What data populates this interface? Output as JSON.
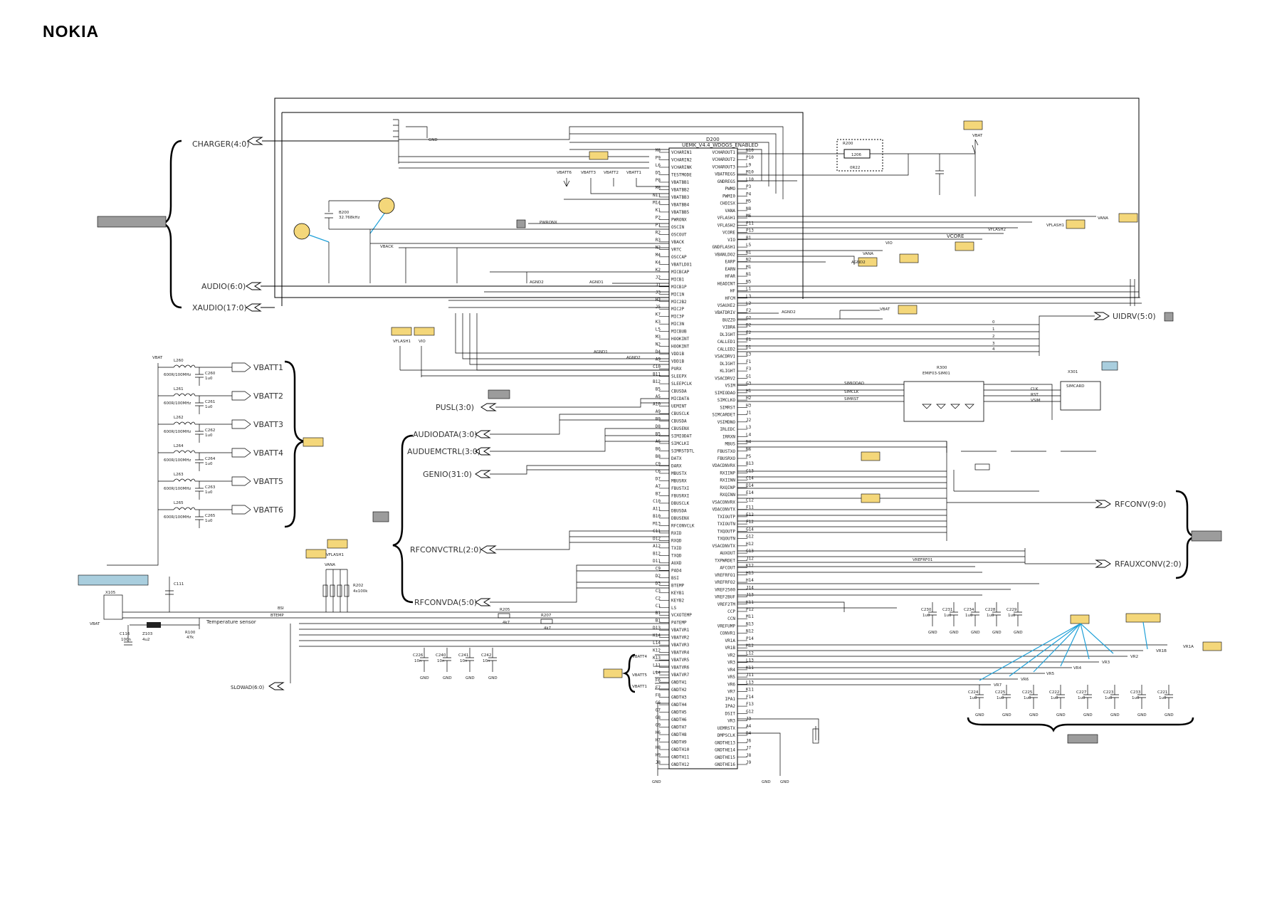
{
  "header": {
    "logo": "NOKIA"
  },
  "chip": {
    "ref": "D200",
    "name": "UEMK_V4.4_WDOGS_ENABLED",
    "left_pins": [
      [
        "M8",
        "VCHARIN1"
      ],
      [
        "P9",
        "VCHARIN2"
      ],
      [
        "L6",
        "VCHARINK"
      ],
      [
        "D5",
        "TESTMODE"
      ],
      [
        "P8",
        "VBATBB1"
      ],
      [
        "M8",
        "VBATBB2"
      ],
      [
        "N11",
        "VBATBB3"
      ],
      [
        "M14",
        "VBATBB4"
      ],
      [
        "K1",
        "VBATBB5"
      ],
      [
        "P2",
        "PWRONX"
      ],
      [
        "P1",
        "OSCIN"
      ],
      [
        "R2",
        "OSCOUT"
      ],
      [
        "R3",
        "VBACK"
      ],
      [
        "N2",
        "VRTC"
      ],
      [
        "M4",
        "OSCCAP"
      ],
      [
        "K4",
        "VBATLDO1"
      ],
      [
        "K2",
        "MICBCAP"
      ],
      [
        "J2",
        "MICB1"
      ],
      [
        "J1",
        "MICB1P"
      ],
      [
        "J3",
        "MIC1N"
      ],
      [
        "H3",
        "MIC2B2"
      ],
      [
        "J5",
        "MIC2P"
      ],
      [
        "K7",
        "MIC3P"
      ],
      [
        "K3",
        "MIC3N"
      ],
      [
        "L5",
        "MICBUB"
      ],
      [
        "M3",
        "HOOKINT"
      ],
      [
        "N2",
        "HOOKINT"
      ],
      [
        "D4",
        "VDD1B"
      ],
      [
        "A9",
        "VDD1B"
      ],
      [
        "C10",
        "PURX"
      ],
      [
        "B11",
        "SLEEPX"
      ],
      [
        "B12",
        "SLEEPCLK"
      ],
      [
        "B5",
        "CBUSDA"
      ],
      [
        "A5",
        "MICDATA"
      ],
      [
        "A10",
        "UEMINT"
      ],
      [
        "A9",
        "CBUSCLK"
      ],
      [
        "B9",
        "CBUSDA"
      ],
      [
        "D8",
        "CBUSENX"
      ],
      [
        "B5",
        "SIMIODAT"
      ],
      [
        "A6",
        "SIMCLKI"
      ],
      [
        "B6",
        "SIMRSTDTL"
      ],
      [
        "B8",
        "DATX"
      ],
      [
        "C9",
        "DARX"
      ],
      [
        "C6",
        "MBUSTX"
      ],
      [
        "D7",
        "MBUSRX"
      ],
      [
        "A7",
        "FBUSTXI"
      ],
      [
        "B7",
        "FBUSRXI"
      ],
      [
        "C10",
        "DBUSCLK"
      ],
      [
        "A11",
        "DBUSDA"
      ],
      [
        "B10",
        "DBUSENX"
      ],
      [
        "M13",
        "RFCONVCLK"
      ],
      [
        "C11",
        "RXID"
      ],
      [
        "D12",
        "RXQD"
      ],
      [
        "A12",
        "TXID"
      ],
      [
        "B12",
        "TXQD"
      ],
      [
        "D11",
        "AUXD"
      ],
      [
        "C9",
        "PAD4"
      ],
      [
        "D2",
        "BSI"
      ],
      [
        "D3",
        "BTEMP"
      ],
      [
        "C3",
        "KEYB1"
      ],
      [
        "C2",
        "KEYB2"
      ],
      [
        "C1",
        "LS"
      ],
      [
        "B1",
        "VCXOTEMP"
      ],
      [
        "B1",
        "PATEMP"
      ],
      [
        "D13",
        "VBATVR1"
      ],
      [
        "K14",
        "VBATVR2"
      ],
      [
        "L14",
        "VBATVR3"
      ],
      [
        "K12",
        "VBATVR4"
      ],
      [
        "K13",
        "VBATVR5"
      ],
      [
        "L11",
        "VBATVR6"
      ],
      [
        "L14",
        "VBATVR7"
      ],
      [
        "F6",
        "GNDTH1"
      ],
      [
        "F7",
        "GNDTH2"
      ],
      [
        "F8",
        "GNDTH3"
      ],
      [
        "G6",
        "GNDTH4"
      ],
      [
        "G7",
        "GNDTH5"
      ],
      [
        "G8",
        "GNDTH6"
      ],
      [
        "G9",
        "GNDTH7"
      ],
      [
        "H6",
        "GNDTH8"
      ],
      [
        "H7",
        "GNDTH9"
      ],
      [
        "H8",
        "GNDTH10"
      ],
      [
        "H9",
        "GNDTH11"
      ],
      [
        "J8",
        "GNDTH12"
      ]
    ],
    "right_pins": [
      [
        "N10",
        "VCHAROUT1"
      ],
      [
        "P10",
        "VCHAROUT2"
      ],
      [
        "L9",
        "VCHAROUT3"
      ],
      [
        "M10",
        "VBATREGS"
      ],
      [
        "L10",
        "GNDREGS"
      ],
      [
        "P3",
        "PWMO"
      ],
      [
        "P4",
        "PWMI0"
      ],
      [
        "M5",
        "CHDISX"
      ],
      [
        "N8",
        "VANA"
      ],
      [
        "M6",
        "VFLASH1"
      ],
      [
        "P11",
        "VFLASH2"
      ],
      [
        "P13",
        "VCORE"
      ],
      [
        "B1",
        "VIO"
      ],
      [
        "L5",
        "GNDFLASH1"
      ],
      [
        "N1",
        "VBANLDO2"
      ],
      [
        "N2",
        "EARP"
      ],
      [
        "M1",
        "EARN"
      ],
      [
        "N1",
        "HFAR"
      ],
      [
        "N5",
        "HEADINT"
      ],
      [
        "L1",
        "HF"
      ],
      [
        "L3",
        "HFCM"
      ],
      [
        "L2",
        "VSAUXE2"
      ],
      [
        "F2",
        "VBATDRIV"
      ],
      [
        "G2",
        "BUZZO"
      ],
      [
        "D2",
        "VIBRA"
      ],
      [
        "E2",
        "DLIGHT"
      ],
      [
        "E1",
        "CALLED1"
      ],
      [
        "D1",
        "CALLED2"
      ],
      [
        "E3",
        "VSACDRV1"
      ],
      [
        "F1",
        "DLIGHT"
      ],
      [
        "F3",
        "KLIGHT"
      ],
      [
        "G1",
        "VSACDRV2"
      ],
      [
        "G3",
        "VSIM"
      ],
      [
        "H1",
        "SIMIODAO"
      ],
      [
        "H2",
        "SIMCLKO"
      ],
      [
        "H3",
        "SIMRST"
      ],
      [
        "J1",
        "SIMCARDET"
      ],
      [
        "J2",
        "VSIMDNO"
      ],
      [
        "L3",
        "IRLEDC"
      ],
      [
        "L4",
        "IRRXN"
      ],
      [
        "N4",
        "MBUS"
      ],
      [
        "N6",
        "FBUSTXO"
      ],
      [
        "P5",
        "FBUSRXO"
      ],
      [
        "B13",
        "VDACDNVRX"
      ],
      [
        "C13",
        "RXIINP"
      ],
      [
        "C14",
        "RXIINN"
      ],
      [
        "D14",
        "RXQINP"
      ],
      [
        "E14",
        "RXQINN"
      ],
      [
        "C12",
        "VSACONVRX"
      ],
      [
        "F11",
        "VDACONVTX"
      ],
      [
        "E12",
        "TXIOUTP"
      ],
      [
        "F12",
        "TXIOUTN"
      ],
      [
        "G14",
        "TXQOUTP"
      ],
      [
        "G12",
        "TXQOUTN"
      ],
      [
        "H12",
        "VSACDNVTX"
      ],
      [
        "G13",
        "AUXOUT"
      ],
      [
        "J12",
        "TXPWRDET"
      ],
      [
        "K12",
        "AFCOUT"
      ],
      [
        "H13",
        "VREFRFO1"
      ],
      [
        "H14",
        "VREFRFO2"
      ],
      [
        "J14",
        "VREF2500"
      ],
      [
        "J13",
        "VREF2BUF"
      ],
      [
        "K11",
        "VREF2TM"
      ],
      [
        "P12",
        "CCP"
      ],
      [
        "M11",
        "CCN"
      ],
      [
        "N13",
        "VREFUMP"
      ],
      [
        "N12",
        "CONVR1"
      ],
      [
        "P14",
        "VR1A"
      ],
      [
        "M12",
        "VR1B"
      ],
      [
        "L12",
        "VR2"
      ],
      [
        "L13",
        "VR3"
      ],
      [
        "K11",
        "VR4"
      ],
      [
        "J11",
        "VR5"
      ],
      [
        "L13",
        "VR6"
      ],
      [
        "K11",
        "VR7"
      ],
      [
        "F14",
        "IPA1"
      ],
      [
        "F13",
        "IPA2"
      ],
      [
        "G12",
        "DSIT"
      ],
      [
        "J3",
        "VR3"
      ],
      [
        "A4",
        "UEMRSTX"
      ],
      [
        "B4",
        "DMPSCLK"
      ],
      [
        "J6",
        "GNDTHE13"
      ],
      [
        "J7",
        "GNDTHE14"
      ],
      [
        "J8",
        "GNDTHE15"
      ],
      [
        "J9",
        "GNDTHE16"
      ]
    ]
  },
  "buses_left": [
    "CHARGER(4:0)",
    "AUDIO(6:0)",
    "XAUDIO(17:0)"
  ],
  "buses_mid": [
    "PUSL(3:0)",
    "AUDIODATA(3:0)",
    "AUDUEMCTRL(3:0)",
    "GENIO(31:0)",
    "RFCONVCTRL(2:0)",
    "RFCONVDA(5:0)"
  ],
  "buses_right": [
    "UIDRV(5:0)",
    "RFCONV(9:0)",
    "RFAUXCONV(2:0)"
  ],
  "vbatt": [
    {
      "out": "VBATT1",
      "coil": "L260",
      "cap": "C260",
      "filt": "600R/100MHz",
      "val": "1u0"
    },
    {
      "out": "VBATT2",
      "coil": "L261",
      "cap": "C261",
      "filt": "600R/100MHz",
      "val": "1u0"
    },
    {
      "out": "VBATT3",
      "coil": "L262",
      "cap": "C262",
      "filt": "600R/100MHz",
      "val": "1u0"
    },
    {
      "out": "VBATT4",
      "coil": "L264",
      "cap": "C264",
      "filt": "600R/100MHz",
      "val": "1u0"
    },
    {
      "out": "VBATT5",
      "coil": "L263",
      "cap": "C263",
      "filt": "600R/100MHz",
      "val": "1u0"
    },
    {
      "out": "VBATT6",
      "coil": "L265",
      "cap": "C265",
      "filt": "600R/100MHz",
      "val": "1u0"
    }
  ],
  "labels": {
    "vbat": "VBAT",
    "gnd": "GND",
    "vback": "VBACK",
    "pwronx": "PWRONX",
    "vana": "VANA",
    "vcore": "VCORE",
    "vio": "VIO",
    "vflash1": "VFLASH1",
    "vflash2": "VFLASH2",
    "agnd1": "AGND1",
    "agnd2": "AGND2",
    "vrefrf01": "VREFRF01",
    "bsi": "BSI",
    "btemp": "BTEMP",
    "temp_sensor": "Temperature sensor",
    "slowad": "SLOWAD(6:0)",
    "crystal": "B200",
    "crystal_freq": "32.768kHz",
    "r200": "R200",
    "r200_pkg": "1206",
    "r200_val": "0R22",
    "r202": "R202",
    "r202_val": "4x100k",
    "r205": "R205",
    "r207": "R207",
    "r_val": "4k7",
    "r100": "R100",
    "r100_val": "47k",
    "z103": "Z103",
    "z103_val": "4u2",
    "x105": "X105",
    "c116": "C116",
    "c116_val": "100n",
    "c111": "C111",
    "r300": "R300",
    "r300_pkg": "EMIF03-SIM01",
    "x301": "X301",
    "x301_name": "SIMCARD",
    "simioda": "SIMIODAO",
    "simclk": "SIMCLK",
    "simrst": "SIMRST",
    "clk": "CLK",
    "rst": "RST",
    "vsim": "VSIM",
    "vbattvr": [
      "VBATT4",
      "VBATT5",
      "VBATT1"
    ],
    "vbatt_top": [
      "VBATT6",
      "VBATT3",
      "VBATT2",
      "VBATT1"
    ],
    "vr_out": [
      "VR1B",
      "VR1A",
      "VR2",
      "VR3",
      "VR4",
      "VR5",
      "VR6",
      "VR7"
    ],
    "vr_caps": [
      {
        "ref": "C224",
        "val": "1u0"
      },
      {
        "ref": "C225",
        "val": "1u0"
      },
      {
        "ref": "C225",
        "val": "1u0"
      },
      {
        "ref": "C222",
        "val": "1u0"
      },
      {
        "ref": "C227",
        "val": "1u0"
      },
      {
        "ref": "C223",
        "val": "1u0"
      },
      {
        "ref": "C233",
        "val": "1u0"
      },
      {
        "ref": "C221",
        "val": "1u0"
      }
    ],
    "mid_caps": [
      {
        "ref": "C226",
        "val": "10n"
      },
      {
        "ref": "C240",
        "val": "10n"
      },
      {
        "ref": "C241",
        "val": "10n"
      },
      {
        "ref": "C242",
        "val": "10n"
      }
    ],
    "ref_caps": [
      {
        "ref": "C230",
        "val": "1u0"
      },
      {
        "ref": "C231",
        "val": "1u0"
      },
      {
        "ref": "C234",
        "val": "1u0"
      },
      {
        "ref": "C228",
        "val": "1u0"
      },
      {
        "ref": "C229",
        "val": "1u0"
      }
    ],
    "bus_nums_0_to_4": [
      "0",
      "1",
      "2",
      "3",
      "4"
    ]
  },
  "colors": {
    "tag_yellow": "#f4d77a",
    "tag_gray": "#9c9c9c",
    "tag_blue": "#a9cede",
    "arrow": "#1fa0d8"
  }
}
